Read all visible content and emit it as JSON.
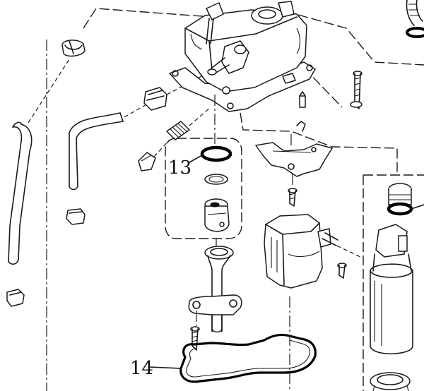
{
  "callouts": [
    {
      "id": "13",
      "label": "13"
    },
    {
      "id": "14",
      "label": "14"
    }
  ],
  "colors": {
    "ink": "#1a1a1a",
    "background": "#ffffff"
  }
}
